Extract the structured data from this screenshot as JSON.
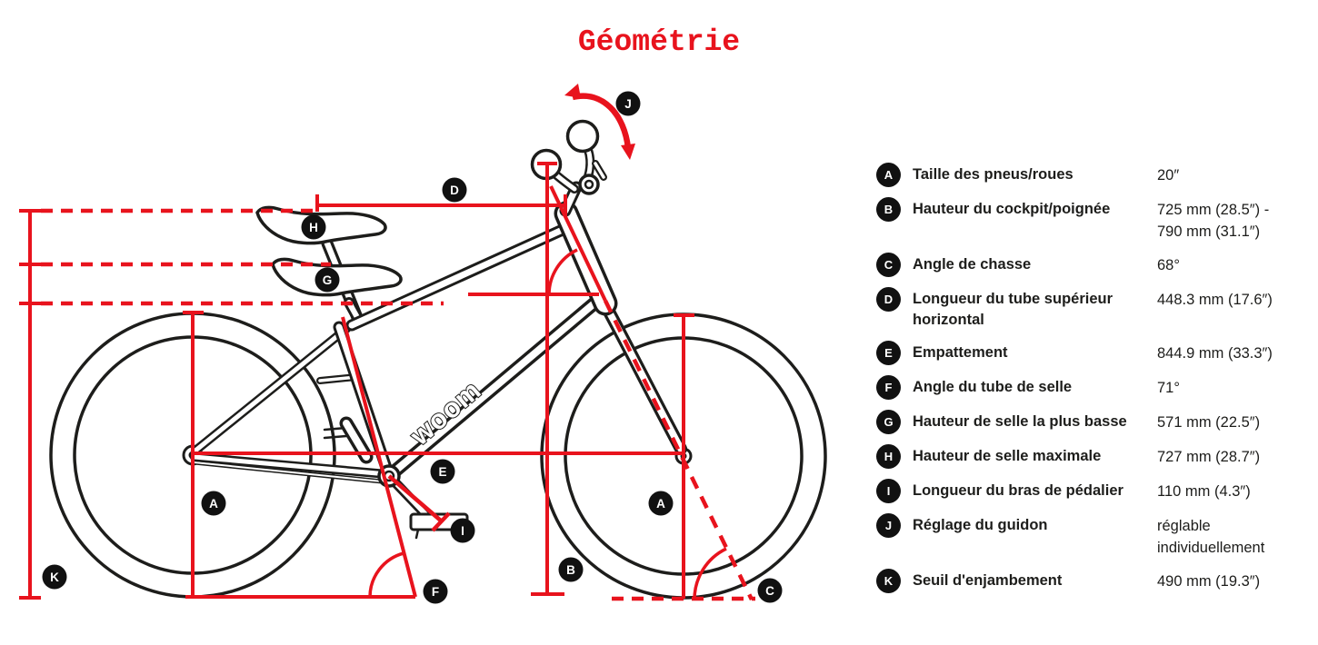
{
  "title": "Géométrie",
  "colors": {
    "accent_red": "#e8131d",
    "ink": "#1d1d1b"
  },
  "diagram": {
    "brand": "woom",
    "markers": [
      "H",
      "G",
      "D",
      "J",
      "E",
      "I",
      "F",
      "B",
      "C",
      "A",
      "A",
      "K"
    ]
  },
  "table": {
    "rows": [
      {
        "letter": "A",
        "label": "Taille des pneus/roues",
        "value_lines": [
          "20″"
        ]
      },
      {
        "letter": "B",
        "label": "Hauteur du cockpit/poignée",
        "value_lines": [
          "725 mm (28.5″) -",
          "790 mm (31.1″)"
        ]
      },
      {
        "letter": "C",
        "label": "Angle de chasse",
        "value_lines": [
          "68°"
        ]
      },
      {
        "letter": "D",
        "label": "Longueur du tube supérieur horizontal",
        "value_lines": [
          "448.3 mm (17.6″)"
        ]
      },
      {
        "letter": "E",
        "label": "Empattement",
        "value_lines": [
          "844.9 mm (33.3″)"
        ]
      },
      {
        "letter": "F",
        "label": "Angle du tube de selle",
        "value_lines": [
          "71°"
        ]
      },
      {
        "letter": "G",
        "label": "Hauteur de selle la plus basse",
        "value_lines": [
          "571 mm (22.5″)"
        ]
      },
      {
        "letter": "H",
        "label": "Hauteur de selle maximale",
        "value_lines": [
          "727 mm (28.7″)"
        ]
      },
      {
        "letter": "I",
        "label": "Longueur du bras de pédalier",
        "value_lines": [
          "110 mm (4.3″)"
        ]
      },
      {
        "letter": "J",
        "label": "Réglage du guidon",
        "value_lines": [
          "réglable",
          "individuellement"
        ]
      },
      {
        "letter": "K",
        "label": "Seuil d'enjambement",
        "value_lines": [
          "490 mm (19.3″)"
        ]
      }
    ]
  }
}
